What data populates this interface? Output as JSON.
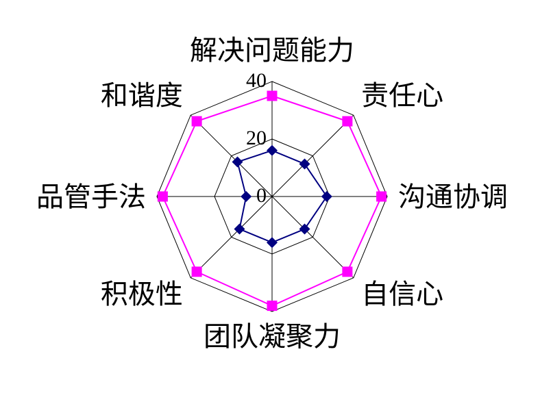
{
  "chart_data": {
    "type": "radar",
    "categories": [
      "解决问题能力",
      "责任心",
      "沟通协调",
      "自信心",
      "团队凝聚力",
      "积极性",
      "品管手法",
      "和谐度"
    ],
    "radial_ticks": [
      0,
      20,
      40
    ],
    "rlim": [
      0,
      40
    ],
    "grid": true,
    "series": [
      {
        "color": "#FF00FF",
        "marker": "square",
        "values": [
          35,
          37,
          38,
          37,
          38,
          37,
          38,
          37
        ]
      },
      {
        "color": "#000080",
        "marker": "diamond",
        "values": [
          16,
          16,
          19,
          16,
          16,
          16,
          9,
          17
        ]
      }
    ]
  }
}
